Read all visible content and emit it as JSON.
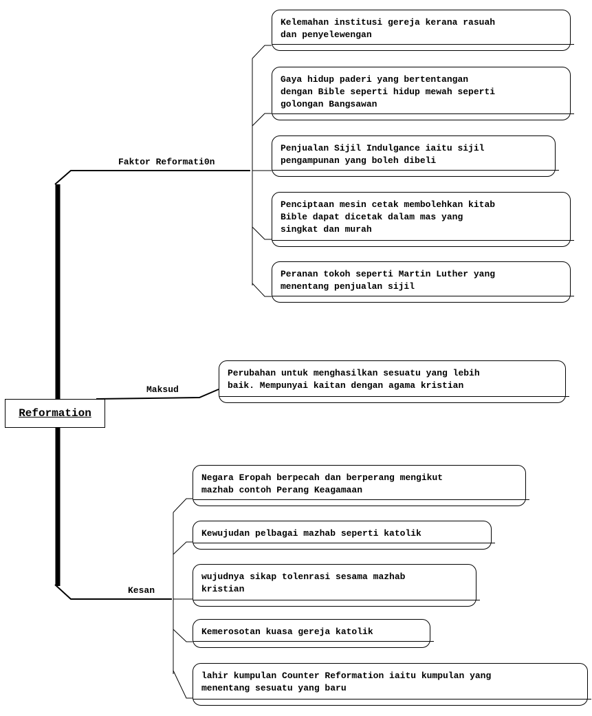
{
  "root": {
    "label": "Reformation"
  },
  "branches": [
    {
      "label": "Faktor Reformati0n",
      "children": [
        "Kelemahan institusi gereja kerana rasuah\ndan penyelewengan",
        "Gaya hidup paderi yang bertentangan\ndengan Bible seperti hidup mewah seperti\ngolongan Bangsawan",
        "Penjualan Sijil Indulgance iaitu sijil\npengampunan yang boleh dibeli",
        "Penciptaan mesin cetak membolehkan kitab\nBible dapat dicetak dalam mas yang\nsingkat dan murah",
        "Peranan tokoh seperti Martin Luther yang\nmenentang penjualan sijil"
      ]
    },
    {
      "label": "Maksud",
      "children": [
        "Perubahan untuk menghasilkan sesuatu yang lebih\nbaik. Mempunyai kaitan dengan agama kristian"
      ]
    },
    {
      "label": "Kesan",
      "children": [
        "Negara Eropah berpecah dan berperang mengikut\nmazhab contoh Perang Keagamaan",
        "Kewujudan pelbagai mazhab seperti katolik",
        "wujudnya sikap tolenrasi sesama mazhab\nkristian",
        "Kemerosotan kuasa gereja katolik",
        "lahir kumpulan Counter Reformation iaitu kumpulan yang\nmenentang sesuatu yang baru"
      ]
    }
  ]
}
